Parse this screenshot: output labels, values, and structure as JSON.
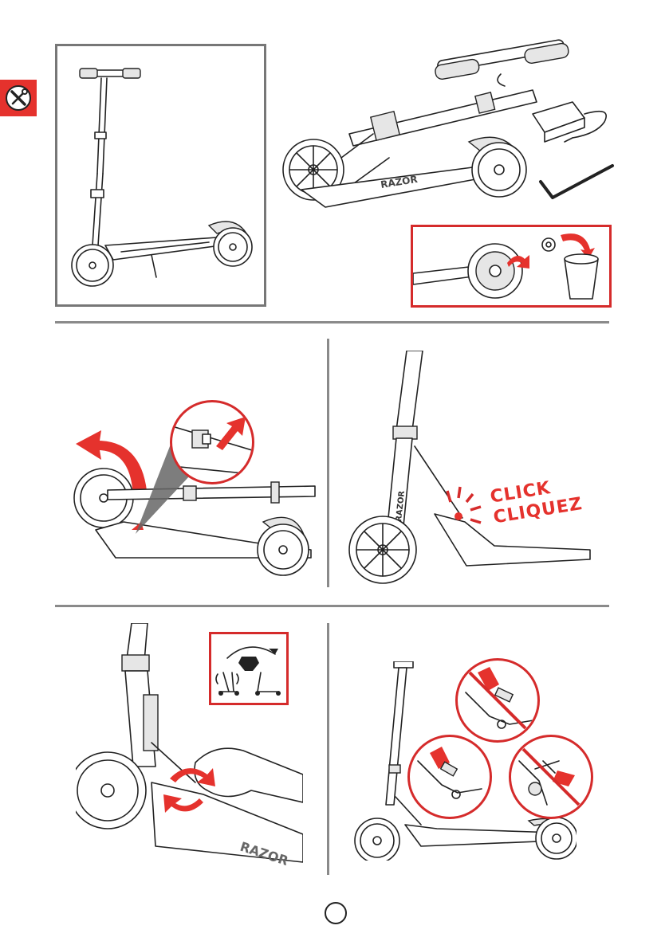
{
  "side_tab": {
    "icon": "tools-icon",
    "color": "#e5322d"
  },
  "click_label": {
    "line1": "CLICK",
    "line2": "CLIQUEZ"
  },
  "brand_marks": {
    "deck": "RAZOR",
    "stem": "RAZOR"
  },
  "colors": {
    "accent_red": "#e5322d",
    "frame_gray": "#777777",
    "divider_gray": "#8a8a8a"
  },
  "page_number": ""
}
